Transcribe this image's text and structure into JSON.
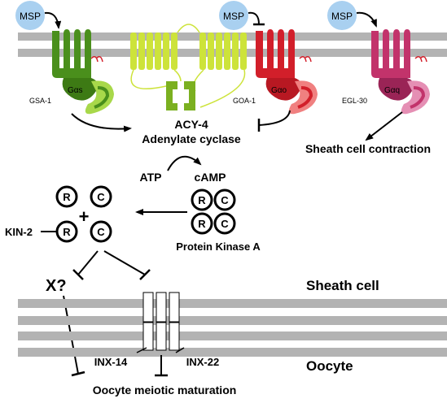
{
  "msp_label": "MSP",
  "proteins": {
    "gsa1": "GSA-1",
    "goa1": "GOA-1",
    "egl30": "EGL-30",
    "gas": "Gαs",
    "gao": "Gαo",
    "gaq": "Gαq"
  },
  "adenylate": {
    "name": "ACY-4",
    "desc": "Adenylate cyclase"
  },
  "contraction": "Sheath cell contraction",
  "atp": "ATP",
  "camp": "cAMP",
  "pka": {
    "label": "Protein Kinase A",
    "r": "R",
    "c": "C",
    "plus": "+"
  },
  "kin2": "KIN-2",
  "x_label": "X?",
  "sheath_cell": "Sheath cell",
  "oocyte": "Oocyte",
  "inx14": "INX-14",
  "inx22": "INX-22",
  "maturation": "Oocyte meiotic maturation",
  "colors": {
    "membrane": "#b3b3b3",
    "msp": "#a9d0f0",
    "green_dark": "#4a8f1c",
    "green_light": "#a8d84a",
    "lime": "#cde33a",
    "acy_green": "#7bb020",
    "red": "#d21f2a",
    "red_light": "#f08080",
    "pink": "#c2336b",
    "pink_light": "#e58fb4"
  }
}
